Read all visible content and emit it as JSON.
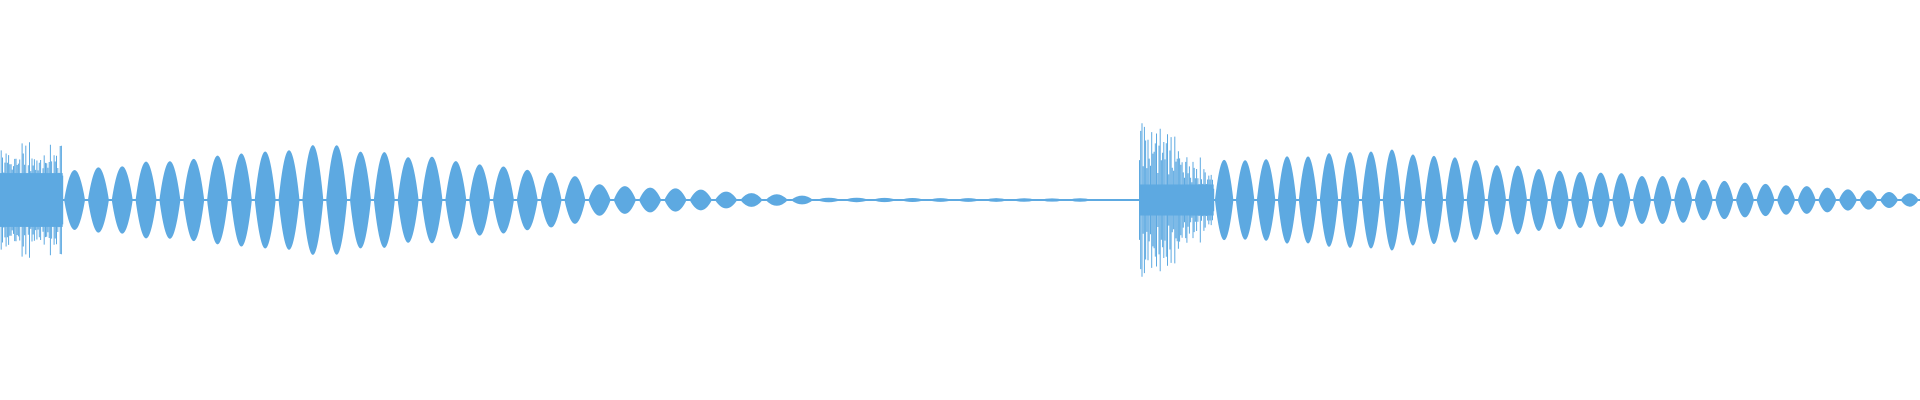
{
  "waveform": {
    "color": "#5DA9E1",
    "background": "#FFFFFF",
    "clips": [
      {
        "label": "",
        "segments": [
          {
            "kind": "burst",
            "amp_start": 0.52,
            "amp_end": 0.52,
            "cycles": 18,
            "fraction": 0.055
          },
          {
            "kind": "pulses",
            "amp_start": 0.55,
            "amp_peak": 0.98,
            "amp_end": 0.45,
            "count": 22,
            "fraction": 0.46
          },
          {
            "kind": "pulses",
            "amp_start": 0.28,
            "amp_end": 0.08,
            "count": 9,
            "fraction": 0.2
          },
          {
            "kind": "pulses",
            "amp_start": 0.04,
            "amp_end": 0.03,
            "count": 10,
            "fraction": 0.245
          },
          {
            "kind": "tail",
            "amp_start": 0.02,
            "amp_end": 0.02,
            "cycles": 0,
            "fraction": 0.04
          }
        ]
      },
      {
        "label": "",
        "segments": [
          {
            "kind": "burst",
            "amp_start": 0.78,
            "amp_end": 0.3,
            "cycles": 20,
            "fraction": 0.095
          },
          {
            "kind": "pulses",
            "amp_start": 0.7,
            "amp_peak": 0.92,
            "amp_end": 0.55,
            "count": 16,
            "fraction": 0.43
          },
          {
            "kind": "pulses",
            "amp_start": 0.55,
            "amp_end": 0.12,
            "count": 18,
            "fraction": 0.475
          }
        ]
      }
    ],
    "clip_split": 0.5935
  }
}
